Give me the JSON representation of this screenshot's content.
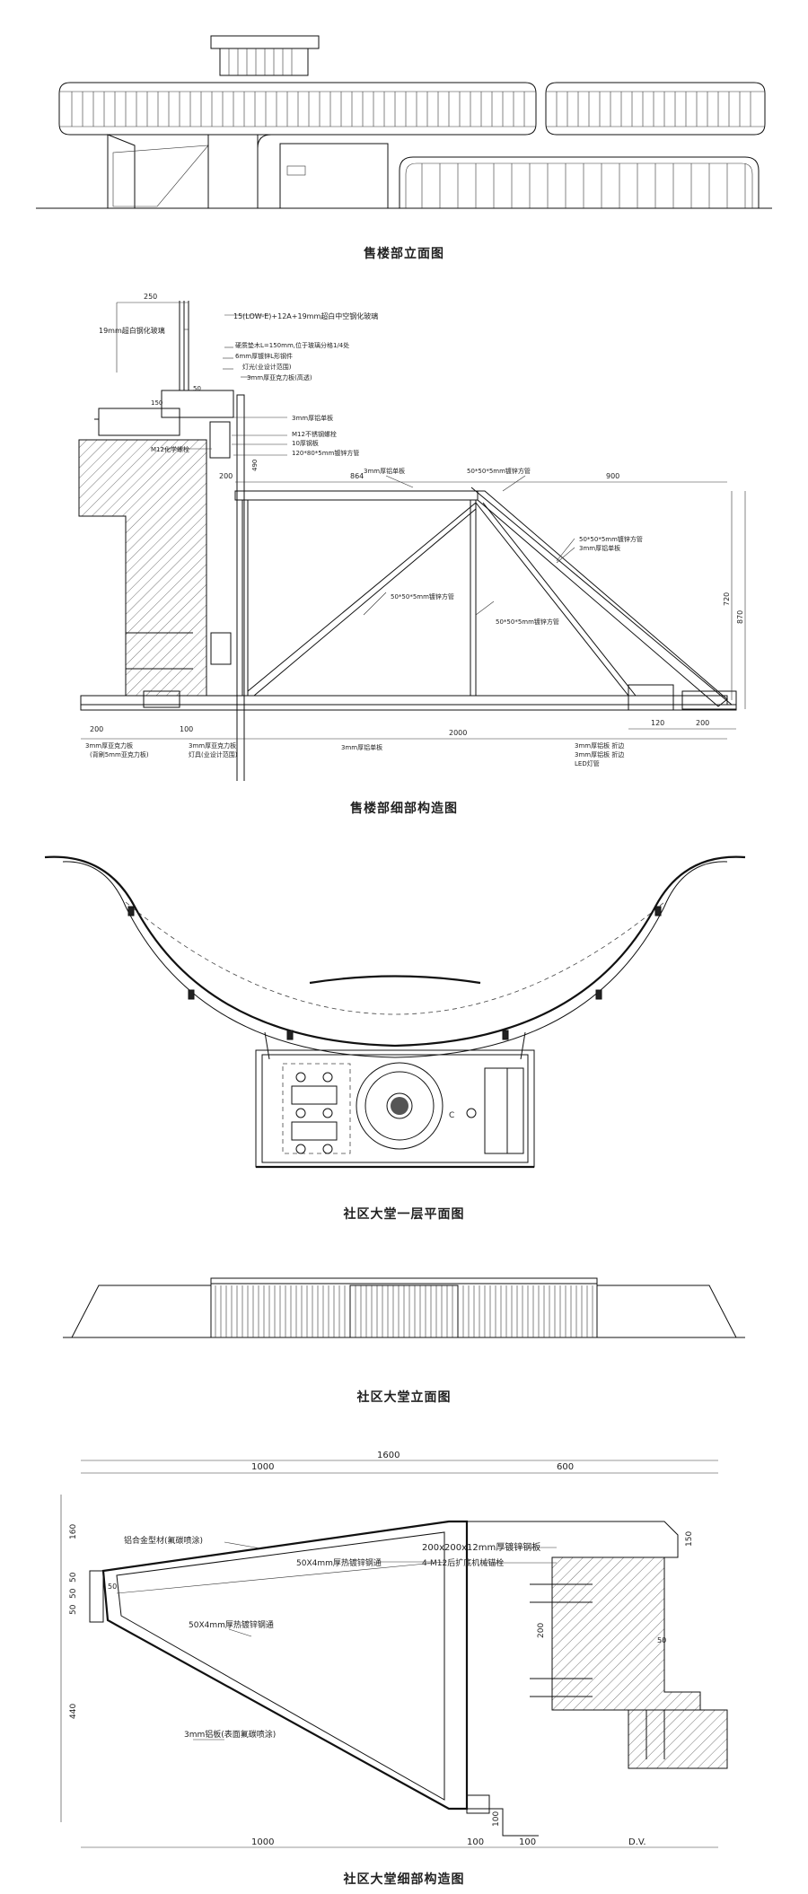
{
  "captions": {
    "p1": "售楼部立面图",
    "p2": "售楼部细部构造图",
    "p3": "社区大堂一层平面图",
    "p4": "社区大堂立面图",
    "p5": "社区大堂细部构造图"
  },
  "detail1": {
    "dims": {
      "d250": "250",
      "d200": "200",
      "d864": "864",
      "d900": "900",
      "d2000": "2000",
      "d720": "720",
      "d870": "870",
      "d120": "120",
      "d200b": "200",
      "d100": "100",
      "d200c": "200",
      "d150": "150",
      "d50": "50",
      "d490": "490"
    },
    "notes": {
      "n1": "15(LOW-E)+12A+19mm超白中空钢化玻璃",
      "n2": "19mm超白钢化玻璃",
      "n3": "硬质垫木L=150mm,位于玻璃分格1/4处",
      "n4": "6mm厚镀锌L形钢件",
      "n5": "灯光(业设计范围)",
      "n6": "3mm厚亚克力板(高透)",
      "n7": "3mm厚铝单板",
      "n8": "M12不锈钢螺栓",
      "n9": "10厚钢板",
      "n10": "120*80*5mm镀锌方管",
      "n11": "M12化学螺栓",
      "n12": "3mm厚铝单板",
      "n13": "50*50*5mm镀锌方管",
      "n14": "50*50*5mm镀锌方管",
      "n15": "3mm厚铝单板",
      "n16": "50*50*5mm镀锌方管",
      "n17": "50*50*5mm镀锌方管",
      "n18": "3mm厚亚克力板",
      "n19": "(背刷5mm亚克力板)",
      "n20": "3mm厚亚克力板",
      "n21": "灯具(业设计范围)",
      "n22": "3mm厚铝单板",
      "n23": "3mm厚铝板 折边",
      "n24": "3mm厚铝板 折边",
      "n25": "LED灯管"
    }
  },
  "plan": {
    "symbol": "C"
  },
  "detail2": {
    "dims": {
      "d1600": "1600",
      "d1000": "1000",
      "d600": "600",
      "d160": "160",
      "d50a": "50",
      "d50b": "50",
      "d50c": "50",
      "d440": "440",
      "d150": "150",
      "d200": "200",
      "d100v": "100",
      "d1000b": "1000",
      "d100a": "100",
      "d100b": "100",
      "dDV": "D.V."
    },
    "notes": {
      "n1": "铝合金型材(氟碳喷涂)",
      "n2": "200x200x12mm厚镀锌钢板",
      "n3": "50X4mm厚热镀锌钢通",
      "n4": "4-M12后扩底机械锚栓",
      "n5": "50X4mm厚热镀锌钢通",
      "n6": "3mm铝板(表面氟碳喷涂)",
      "n7": "50",
      "n8": "50"
    }
  }
}
